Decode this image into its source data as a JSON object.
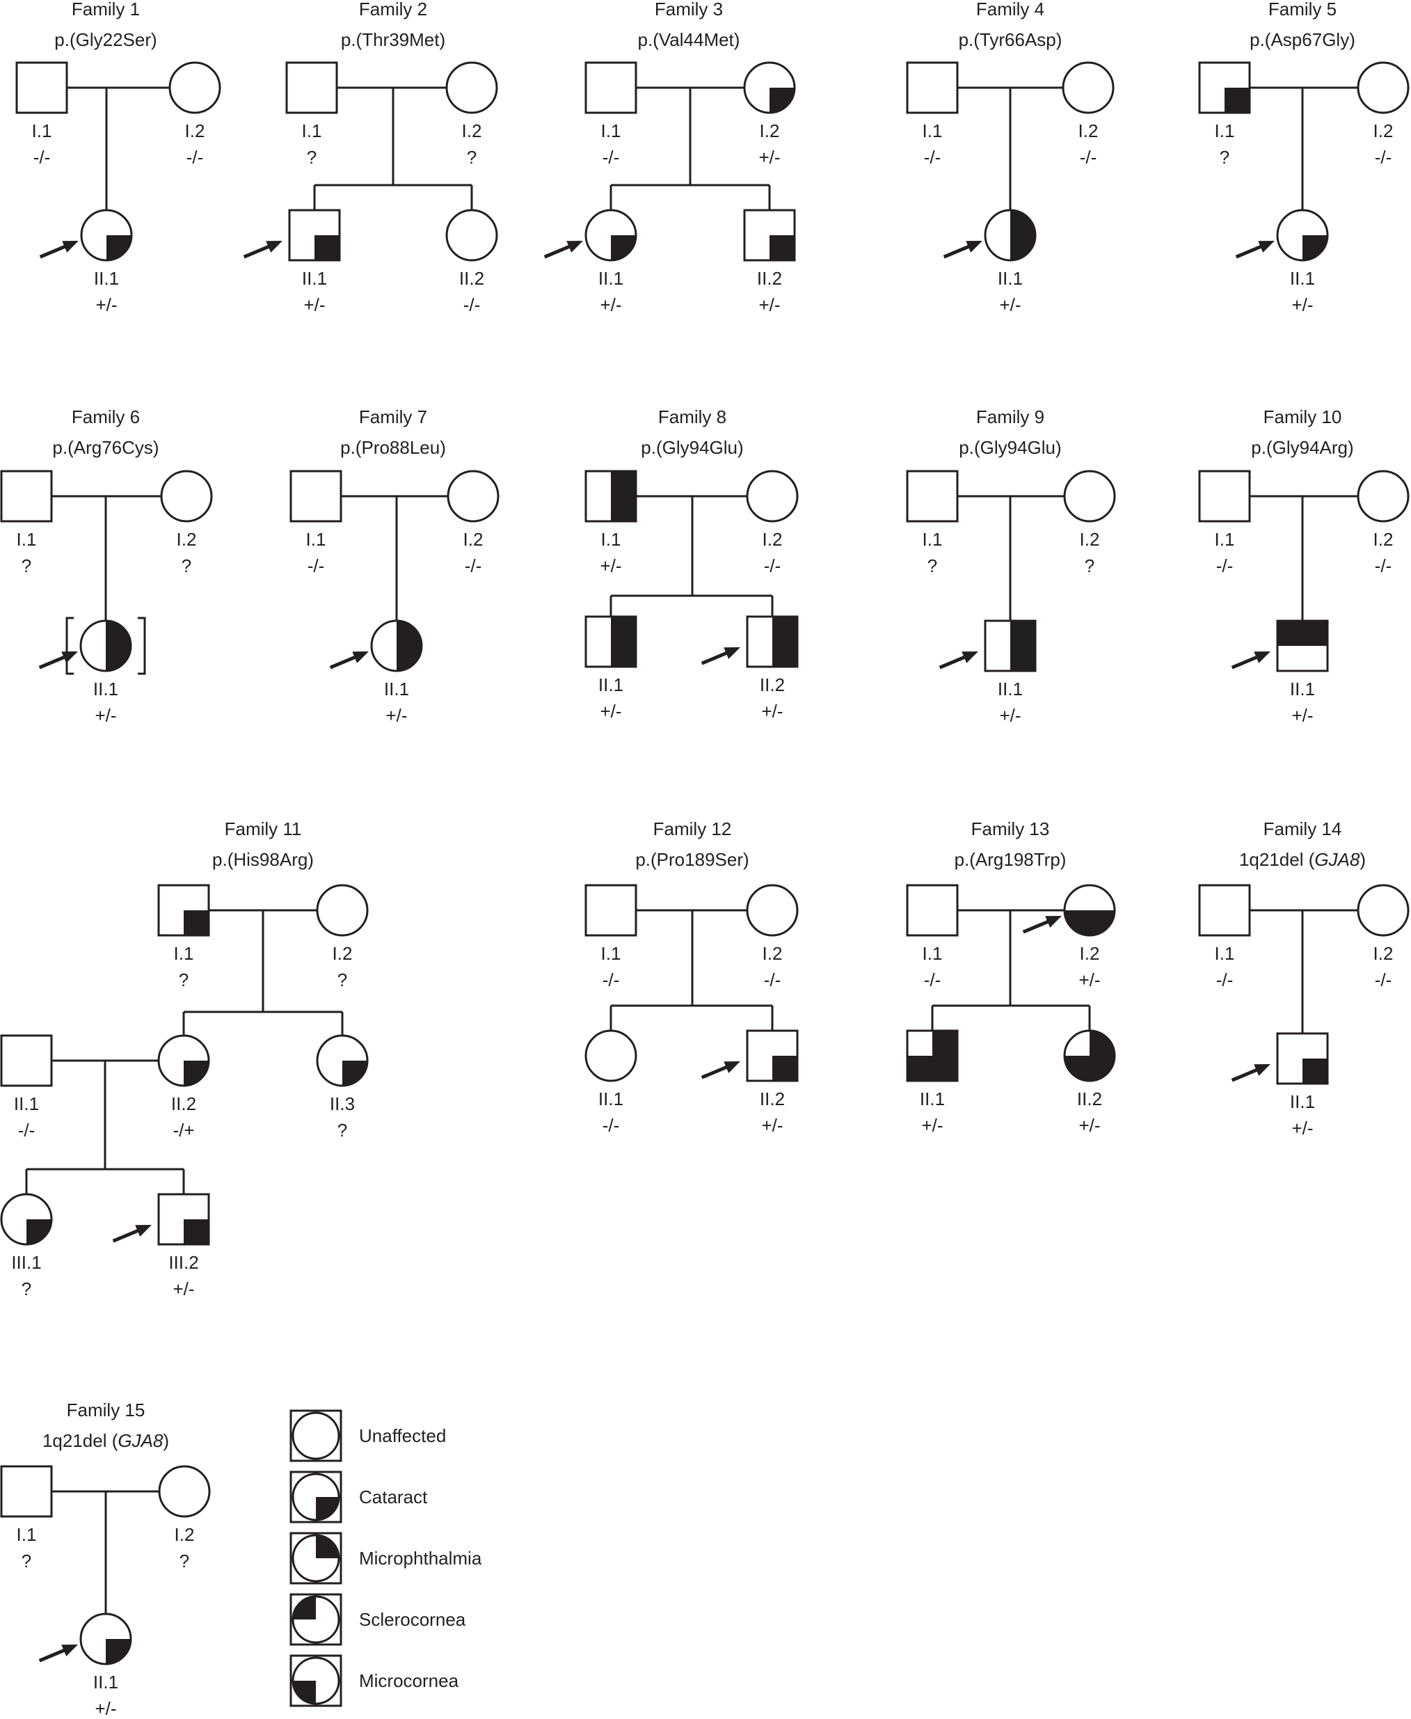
{
  "colors": {
    "ink": "#231f20",
    "paper": "#ffffff"
  },
  "families": [
    {
      "title": "Family 1",
      "variant": "p.(Gly22Ser)",
      "members": [
        {
          "id": "I.1",
          "genotype": "-/-",
          "sex": "male",
          "shading": "none"
        },
        {
          "id": "I.2",
          "genotype": "-/-",
          "sex": "female",
          "shading": "none"
        },
        {
          "id": "II.1",
          "genotype": "+/-",
          "sex": "female",
          "shading": "br-quarter",
          "proband": true
        }
      ]
    },
    {
      "title": "Family 2",
      "variant": "p.(Thr39Met)",
      "members": [
        {
          "id": "I.1",
          "genotype": "?",
          "sex": "male",
          "shading": "none"
        },
        {
          "id": "I.2",
          "genotype": "?",
          "sex": "female",
          "shading": "none"
        },
        {
          "id": "II.1",
          "genotype": "+/-",
          "sex": "male",
          "shading": "br-quarter",
          "proband": true
        },
        {
          "id": "II.2",
          "genotype": "-/-",
          "sex": "female",
          "shading": "none"
        }
      ]
    },
    {
      "title": "Family 3",
      "variant": "p.(Val44Met)",
      "members": [
        {
          "id": "I.1",
          "genotype": "-/-",
          "sex": "male",
          "shading": "none"
        },
        {
          "id": "I.2",
          "genotype": "+/-",
          "sex": "female",
          "shading": "br-quarter"
        },
        {
          "id": "II.1",
          "genotype": "+/-",
          "sex": "female",
          "shading": "br-quarter",
          "proband": true
        },
        {
          "id": "II.2",
          "genotype": "+/-",
          "sex": "male",
          "shading": "br-quarter"
        }
      ]
    },
    {
      "title": "Family 4",
      "variant": "p.(Tyr66Asp)",
      "members": [
        {
          "id": "I.1",
          "genotype": "-/-",
          "sex": "male",
          "shading": "none"
        },
        {
          "id": "I.2",
          "genotype": "-/-",
          "sex": "female",
          "shading": "none"
        },
        {
          "id": "II.1",
          "genotype": "+/-",
          "sex": "female",
          "shading": "right-half",
          "proband": true
        }
      ]
    },
    {
      "title": "Family 5",
      "variant": "p.(Asp67Gly)",
      "members": [
        {
          "id": "I.1",
          "genotype": "?",
          "sex": "male",
          "shading": "br-quarter"
        },
        {
          "id": "I.2",
          "genotype": "-/-",
          "sex": "female",
          "shading": "none"
        },
        {
          "id": "II.1",
          "genotype": "+/-",
          "sex": "female",
          "shading": "br-quarter",
          "proband": true
        }
      ]
    },
    {
      "title": "Family 6",
      "variant": "p.(Arg76Cys)",
      "members": [
        {
          "id": "I.1",
          "genotype": "?",
          "sex": "male",
          "shading": "none"
        },
        {
          "id": "I.2",
          "genotype": "?",
          "sex": "female",
          "shading": "none"
        },
        {
          "id": "II.1",
          "genotype": "+/-",
          "sex": "female",
          "shading": "right-half",
          "proband": true,
          "bracketed": true
        }
      ]
    },
    {
      "title": "Family 7",
      "variant": "p.(Pro88Leu)",
      "members": [
        {
          "id": "I.1",
          "genotype": "-/-",
          "sex": "male",
          "shading": "none"
        },
        {
          "id": "I.2",
          "genotype": "-/-",
          "sex": "female",
          "shading": "none"
        },
        {
          "id": "II.1",
          "genotype": "+/-",
          "sex": "female",
          "shading": "right-half",
          "proband": true
        }
      ]
    },
    {
      "title": "Family 8",
      "variant": "p.(Gly94Glu)",
      "members": [
        {
          "id": "I.1",
          "genotype": "+/-",
          "sex": "male",
          "shading": "right-half"
        },
        {
          "id": "I.2",
          "genotype": "-/-",
          "sex": "female",
          "shading": "none"
        },
        {
          "id": "II.1",
          "genotype": "+/-",
          "sex": "male",
          "shading": "right-half"
        },
        {
          "id": "II.2",
          "genotype": "+/-",
          "sex": "male",
          "shading": "right-half",
          "proband": true
        }
      ]
    },
    {
      "title": "Family 9",
      "variant": "p.(Gly94Glu)",
      "members": [
        {
          "id": "I.1",
          "genotype": "?",
          "sex": "male",
          "shading": "none"
        },
        {
          "id": "I.2",
          "genotype": "?",
          "sex": "female",
          "shading": "none"
        },
        {
          "id": "II.1",
          "genotype": "+/-",
          "sex": "male",
          "shading": "right-half",
          "proband": true
        }
      ]
    },
    {
      "title": "Family 10",
      "variant": "p.(Gly94Arg)",
      "members": [
        {
          "id": "I.1",
          "genotype": "-/-",
          "sex": "male",
          "shading": "none"
        },
        {
          "id": "I.2",
          "genotype": "-/-",
          "sex": "female",
          "shading": "none"
        },
        {
          "id": "II.1",
          "genotype": "+/-",
          "sex": "male",
          "shading": "top-half",
          "proband": true
        }
      ]
    },
    {
      "title": "Family 11",
      "variant": "p.(His98Arg)",
      "members": [
        {
          "id": "I.1",
          "genotype": "?",
          "sex": "male",
          "shading": "br-quarter"
        },
        {
          "id": "I.2",
          "genotype": "?",
          "sex": "female",
          "shading": "none"
        },
        {
          "id": "II.1",
          "genotype": "-/-",
          "sex": "male",
          "shading": "none"
        },
        {
          "id": "II.2",
          "genotype": "-/+",
          "sex": "female",
          "shading": "br-quarter"
        },
        {
          "id": "II.3",
          "genotype": "?",
          "sex": "female",
          "shading": "br-quarter"
        },
        {
          "id": "III.1",
          "genotype": "?",
          "sex": "female",
          "shading": "br-quarter"
        },
        {
          "id": "III.2",
          "genotype": "+/-",
          "sex": "male",
          "shading": "br-quarter",
          "proband": true
        }
      ]
    },
    {
      "title": "Family 12",
      "variant": "p.(Pro189Ser)",
      "members": [
        {
          "id": "I.1",
          "genotype": "-/-",
          "sex": "male",
          "shading": "none"
        },
        {
          "id": "I.2",
          "genotype": "-/-",
          "sex": "female",
          "shading": "none"
        },
        {
          "id": "II.1",
          "genotype": "-/-",
          "sex": "female",
          "shading": "none"
        },
        {
          "id": "II.2",
          "genotype": "+/-",
          "sex": "male",
          "shading": "br-quarter",
          "proband": true
        }
      ]
    },
    {
      "title": "Family 13",
      "variant": "p.(Arg198Trp)",
      "members": [
        {
          "id": "I.1",
          "genotype": "-/-",
          "sex": "male",
          "shading": "none"
        },
        {
          "id": "I.2",
          "genotype": "+/-",
          "sex": "female",
          "shading": "bottom-half",
          "proband": true
        },
        {
          "id": "II.1",
          "genotype": "+/-",
          "sex": "male",
          "shading": "three-quarter-tl"
        },
        {
          "id": "II.2",
          "genotype": "+/-",
          "sex": "female",
          "shading": "three-quarter-tl"
        }
      ]
    },
    {
      "title": "Family 14",
      "variant_prefix": "1q21del (",
      "variant_gene": "GJA8",
      "variant_suffix": ")",
      "members": [
        {
          "id": "I.1",
          "genotype": "-/-",
          "sex": "male",
          "shading": "none"
        },
        {
          "id": "I.2",
          "genotype": "-/-",
          "sex": "female",
          "shading": "none"
        },
        {
          "id": "II.1",
          "genotype": "+/-",
          "sex": "male",
          "shading": "br-quarter",
          "proband": true
        }
      ]
    },
    {
      "title": "Family 15",
      "variant_prefix": "1q21del (",
      "variant_gene": "GJA8",
      "variant_suffix": ")",
      "members": [
        {
          "id": "I.1",
          "genotype": "?",
          "sex": "male",
          "shading": "none"
        },
        {
          "id": "I.2",
          "genotype": "?",
          "sex": "female",
          "shading": "none"
        },
        {
          "id": "II.1",
          "genotype": "+/-",
          "sex": "female",
          "shading": "br-quarter",
          "proband": true
        }
      ]
    }
  ],
  "legend": [
    {
      "label": "Unaffected",
      "quadrant": "none"
    },
    {
      "label": "Cataract",
      "quadrant": "br"
    },
    {
      "label": "Microphthalmia",
      "quadrant": "tr"
    },
    {
      "label": "Sclerocornea",
      "quadrant": "tl"
    },
    {
      "label": "Microcornea",
      "quadrant": "bl"
    }
  ]
}
